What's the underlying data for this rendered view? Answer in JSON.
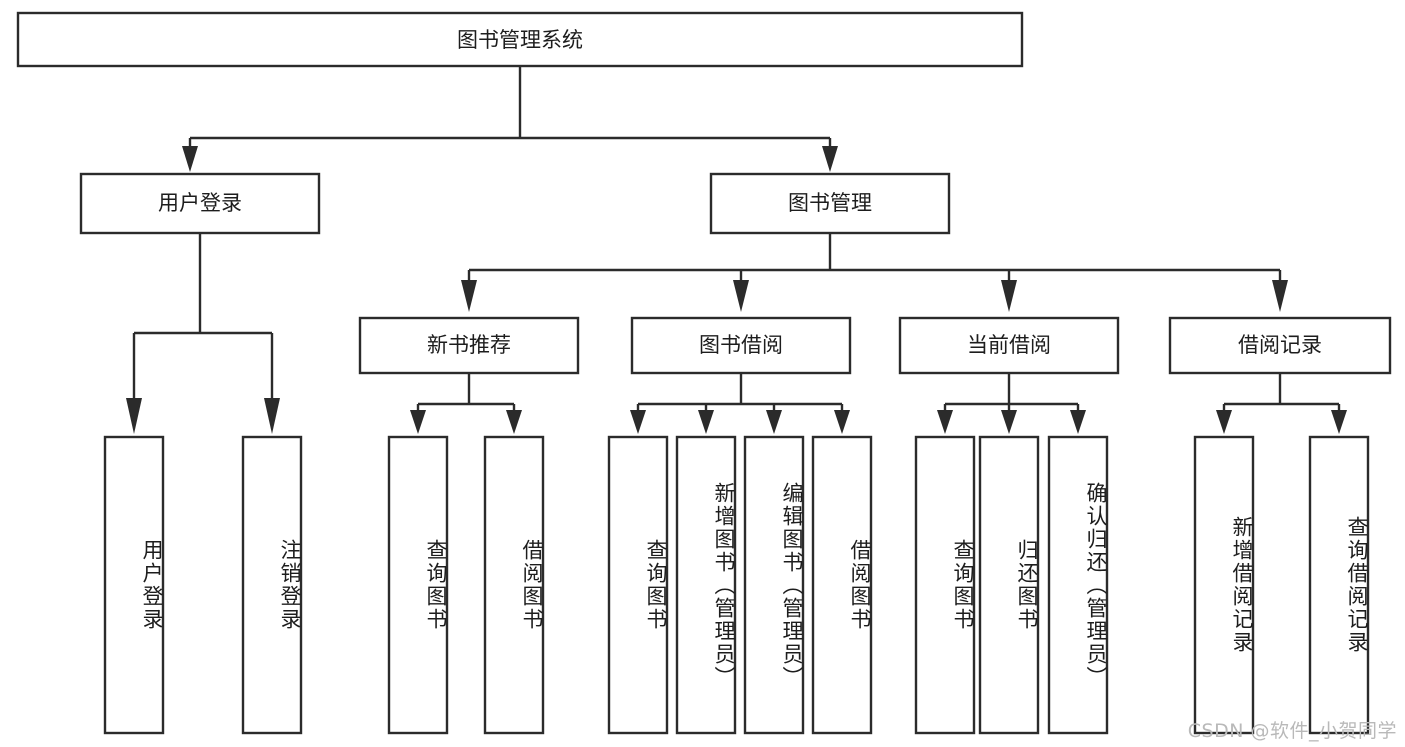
{
  "diagram": {
    "type": "tree-hierarchy",
    "title": "图书管理系统",
    "watermark": "CSDN @软件_小贺同学",
    "colors": {
      "stroke": "#2b2b2b",
      "fill": "#ffffff",
      "text": "#1d1d1d",
      "watermark": "#b9b9b9",
      "background": "#ffffff"
    },
    "levels": {
      "root": {
        "label": "图书管理系统"
      },
      "level1": [
        {
          "label": "用户登录"
        },
        {
          "label": "图书管理"
        }
      ],
      "level2": [
        {
          "label": "新书推荐"
        },
        {
          "label": "图书借阅"
        },
        {
          "label": "当前借阅"
        },
        {
          "label": "借阅记录"
        }
      ],
      "leaves_user_login": [
        {
          "label": "用户登录"
        },
        {
          "label": "注销登录"
        }
      ],
      "leaves_new_book": [
        {
          "label": "查询图书"
        },
        {
          "label": "借阅图书"
        }
      ],
      "leaves_borrow": [
        {
          "label": "查询图书"
        },
        {
          "label": "新增图书（管理员）"
        },
        {
          "label": "编辑图书（管理员）"
        },
        {
          "label": "借阅图书"
        }
      ],
      "leaves_current": [
        {
          "label": "查询图书"
        },
        {
          "label": "归还图书"
        },
        {
          "label": "确认归还（管理员）"
        }
      ],
      "leaves_records": [
        {
          "label": "新增借阅记录"
        },
        {
          "label": "查询借阅记录"
        }
      ]
    }
  }
}
